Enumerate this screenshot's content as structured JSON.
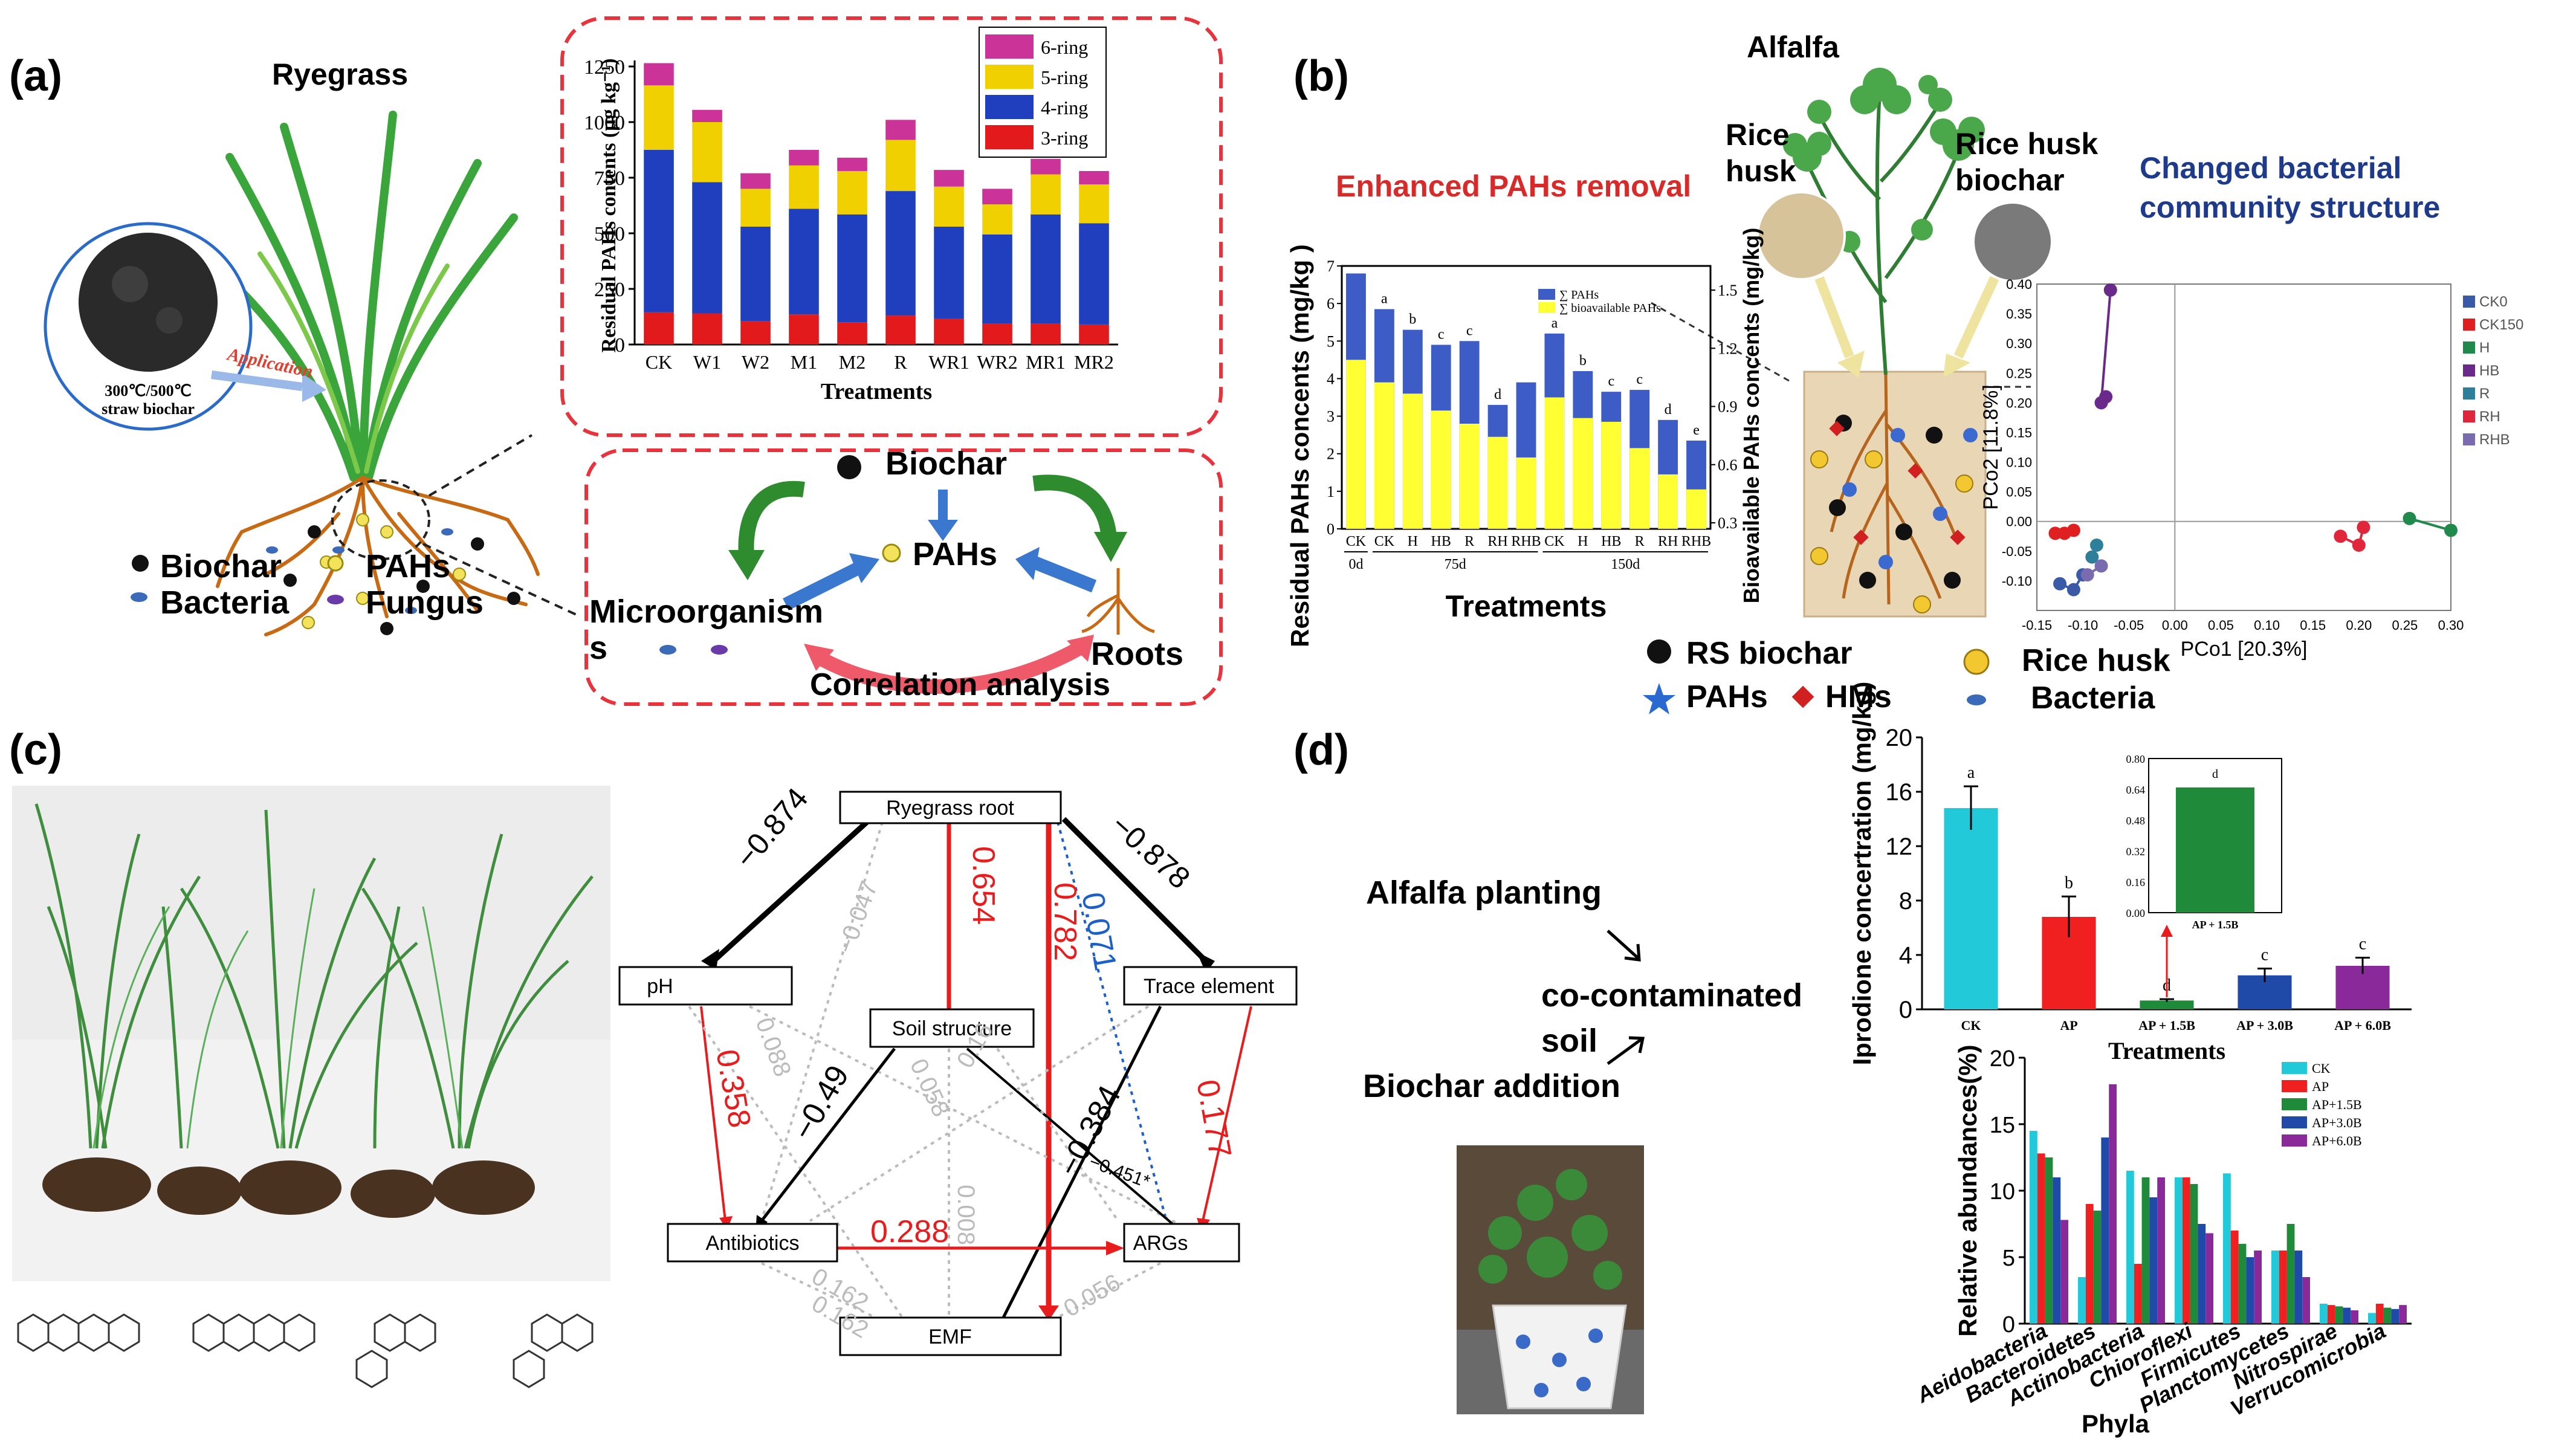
{
  "panel_labels": {
    "a": "(a)",
    "b": "(b)",
    "c": "(c)",
    "d": "(d)"
  },
  "panel_a": {
    "plant": "Ryegrass",
    "biochar_label_1": "300℃/500℃",
    "biochar_label_2": "straw biochar",
    "application": "Application",
    "legend": {
      "biochar": "Biochar",
      "pahs": "PAHs",
      "bacteria": "Bacteria",
      "fungus": "Fungus"
    },
    "mech": {
      "biochar": "Biochar",
      "pahs": "PAHs",
      "micro_1": "Microorganism",
      "micro_2": "s",
      "roots": "Roots",
      "corr": "Correlation analysis"
    }
  },
  "chart_a": {
    "type": "bar",
    "stacked": true,
    "ylabel": "Residual PAHs contents (μg kg⁻¹)",
    "xlabel": "Treatments",
    "categories": [
      "CK",
      "W1",
      "W2",
      "M1",
      "M2",
      "R",
      "WR1",
      "WR2",
      "MR1",
      "MR2"
    ],
    "ylim": [
      0,
      1250
    ],
    "yticks": [
      0,
      250,
      500,
      750,
      1000,
      1250
    ],
    "series": [
      {
        "name": "3-ring",
        "color": "#e31a1c",
        "values": [
          145,
          140,
          105,
          135,
          100,
          130,
          115,
          95,
          95,
          90
        ]
      },
      {
        "name": "4-ring",
        "color": "#1f3fbf",
        "values": [
          730,
          590,
          425,
          475,
          485,
          560,
          415,
          400,
          490,
          455
        ]
      },
      {
        "name": "5-ring",
        "color": "#f0d000",
        "values": [
          290,
          270,
          170,
          195,
          195,
          230,
          180,
          135,
          180,
          175
        ]
      },
      {
        "name": "6-ring",
        "color": "#cc3399",
        "values": [
          100,
          55,
          70,
          70,
          60,
          90,
          75,
          70,
          70,
          60
        ]
      }
    ]
  },
  "panel_b": {
    "plant": "Alfalfa",
    "rice_husk_1": "Rice",
    "rice_husk_2": "husk",
    "rhb_1": "Rice husk",
    "rhb_2": "biochar",
    "headline_removal": "Enhanced PAHs  removal",
    "headline_community_1": "Changed bacterial",
    "headline_community_2": "community structure",
    "legend": {
      "rs_biochar": "RS biochar",
      "rice_husk": "Rice husk",
      "pahs": "PAHs",
      "hms": "HMs",
      "bacteria": "Bacteria"
    }
  },
  "chart_b_bar": {
    "type": "bar",
    "ylabel_left": "Residual PAHs concents (mg/kg )",
    "ylabel_right": "Bioavailable PAHs concents (mg/kg)",
    "xlabel": "Treatments",
    "legend": [
      "∑ PAHs",
      "∑ bioavailable PAHs"
    ],
    "categories": [
      "CK",
      "CK",
      "H",
      "HB",
      "R",
      "RH",
      "RHB",
      "CK",
      "H",
      "HB",
      "R",
      "RH",
      "RHB"
    ],
    "groups": [
      "0d",
      "75d",
      "150d"
    ],
    "ylim": [
      0,
      7
    ],
    "yticks": [
      0,
      1,
      2,
      3,
      4,
      5,
      6,
      7
    ],
    "right_yticks": [
      "0.3",
      "0.6",
      "0.9",
      "1.2",
      "1.5"
    ],
    "total": [
      6.8,
      5.85,
      5.3,
      4.9,
      5.0,
      3.3,
      3.9,
      5.2,
      4.2,
      3.65,
      3.7,
      2.9,
      2.35
    ],
    "bioavailable": [
      4.5,
      3.9,
      3.6,
      3.15,
      2.8,
      2.45,
      1.9,
      3.5,
      2.95,
      2.85,
      2.15,
      1.45,
      1.05
    ],
    "letters": [
      "",
      "a",
      "b",
      "c",
      "c",
      "d",
      "",
      "a",
      "b",
      "c",
      "c",
      "d",
      "e"
    ]
  },
  "chart_b_pcoa": {
    "type": "scatter",
    "xlabel": "PCo1 [20.3%]",
    "ylabel": "PCo2 [11.8%]",
    "xlim": [
      -0.15,
      0.3
    ],
    "ylim": [
      -0.15,
      0.4
    ],
    "xticks": [
      "-0.15",
      "-0.10",
      "-0.05",
      "0.00",
      "0.05",
      "0.10",
      "0.15",
      "0.20",
      "0.25",
      "0.30"
    ],
    "yticks": [
      "0.40",
      "0.35",
      "0.30",
      "0.25",
      "0.20",
      "0.15",
      "0.10",
      "0.05",
      "0.00",
      "-0.05",
      "-0.10"
    ],
    "series": [
      {
        "name": "CK0",
        "color": "#3a5aa8",
        "points": [
          [
            -0.125,
            -0.105
          ],
          [
            -0.11,
            -0.115
          ],
          [
            -0.1,
            -0.09
          ]
        ]
      },
      {
        "name": "CK150",
        "color": "#e02020",
        "points": [
          [
            -0.13,
            -0.02
          ],
          [
            -0.12,
            -0.02
          ],
          [
            -0.11,
            -0.015
          ]
        ]
      },
      {
        "name": "H",
        "color": "#1f8a4c",
        "points": [
          [
            0.255,
            0.005
          ],
          [
            0.3,
            -0.015
          ]
        ]
      },
      {
        "name": "HB",
        "color": "#6a2a8a",
        "points": [
          [
            -0.07,
            0.39
          ],
          [
            -0.08,
            0.2
          ],
          [
            -0.075,
            0.21
          ]
        ]
      },
      {
        "name": "R",
        "color": "#2e7f9a",
        "points": [
          [
            -0.09,
            -0.06
          ],
          [
            -0.085,
            -0.04
          ]
        ]
      },
      {
        "name": "RH",
        "color": "#e0263a",
        "points": [
          [
            0.18,
            -0.025
          ],
          [
            0.2,
            -0.04
          ],
          [
            0.205,
            -0.01
          ]
        ]
      },
      {
        "name": "RHB",
        "color": "#7a6ab0",
        "points": [
          [
            -0.095,
            -0.09
          ],
          [
            -0.08,
            -0.075
          ]
        ]
      }
    ]
  },
  "panel_c": {
    "nodes": {
      "root": "Ryegrass root",
      "ph": "pH",
      "soil": "Soil structure",
      "trace": "Trace element",
      "antibiotics": "Antibiotics",
      "args": "ARGs",
      "emf": "EMF"
    },
    "coefs": {
      "root_ph": "−0.874",
      "root_trace": "−0.878",
      "root_soil": "0.654",
      "root_emf": "0.782",
      "root_args": "0.071",
      "root_anti": "−0.047",
      "ph_anti": "0.358",
      "ph_args": "0.088",
      "ph_emf": "0.162",
      "soil_anti": "−0.49",
      "soil_args": "0.058",
      "soil_args2": "0.16",
      "soil_emf": "0.008",
      "trace_args": "0.177",
      "trace_emf": "−0.384",
      "trace_anti": "−0.451*",
      "anti_args": "0.288",
      "args_emf": "0.056"
    }
  },
  "panel_d": {
    "t1": "Alfalfa planting",
    "t2_1": "co-contaminated",
    "t2_2": "soil",
    "t3": "Biochar addition"
  },
  "chart_d_bar": {
    "type": "bar",
    "ylabel": "Iprodione concertration (mg/kg)",
    "xlabel": "Treatments",
    "categories": [
      "CK",
      "AP",
      "AP + 1.5B",
      "AP + 3.0B",
      "AP + 6.0B"
    ],
    "values": [
      14.8,
      6.8,
      0.65,
      2.5,
      3.2
    ],
    "errors": [
      1.6,
      1.5,
      0.1,
      0.5,
      0.6
    ],
    "letters": [
      "a",
      "b",
      "d",
      "c",
      "c"
    ],
    "colors": [
      "#22c9d8",
      "#f02020",
      "#1f8a3a",
      "#1f4aa8",
      "#8a2a9a"
    ],
    "ylim": [
      0,
      20
    ],
    "yticks": [
      0,
      4,
      8,
      12,
      16,
      20
    ],
    "inset": {
      "category": "AP + 1.5B",
      "value": 0.65,
      "letter": "d",
      "yticks": [
        "0.00",
        "0.16",
        "0.32",
        "0.48",
        "0.64",
        "0.80"
      ]
    }
  },
  "chart_d_phyla": {
    "type": "bar",
    "ylabel": "Relative abundances(%)",
    "xlabel": "Phyla",
    "categories": [
      "Aeidobacteria",
      "Bacteroidetes",
      "Actinobacteria",
      "Chioroflexi",
      "Firmicutes",
      "Planctomycetes",
      "Nitrospirae",
      "Verrucomicrobia"
    ],
    "ylim": [
      0,
      20
    ],
    "yticks": [
      0,
      5,
      10,
      15,
      20
    ],
    "series": [
      {
        "name": "CK",
        "color": "#22c9d8",
        "values": [
          14.5,
          3.5,
          11.5,
          11.0,
          11.3,
          5.5,
          1.5,
          0.8
        ]
      },
      {
        "name": "AP",
        "color": "#f02020",
        "values": [
          12.8,
          9.0,
          4.5,
          11.0,
          7.0,
          5.5,
          1.4,
          1.5
        ]
      },
      {
        "name": "AP+1.5B",
        "color": "#1f8a3a",
        "values": [
          12.5,
          8.5,
          11.0,
          10.5,
          6.0,
          7.5,
          1.3,
          1.2
        ]
      },
      {
        "name": "AP+3.0B",
        "color": "#1f4aa8",
        "values": [
          11.0,
          14.0,
          9.5,
          7.5,
          5.0,
          5.5,
          1.2,
          1.1
        ]
      },
      {
        "name": "AP+6.0B",
        "color": "#8a2a9a",
        "values": [
          7.8,
          18.0,
          11.0,
          6.8,
          5.5,
          3.5,
          1.0,
          1.4
        ]
      }
    ]
  }
}
